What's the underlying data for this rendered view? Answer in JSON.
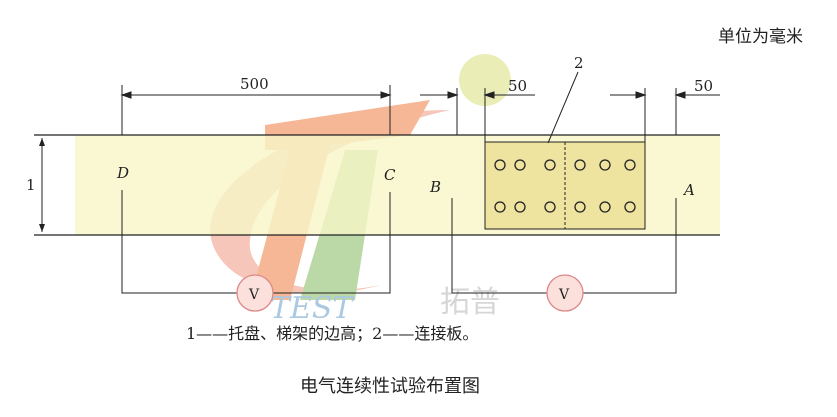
{
  "header": {
    "unit_label": "单位为毫米"
  },
  "dimensions": {
    "span_main": "500",
    "span_left_gap": "50",
    "span_right_gap": "50",
    "tray_height": "1"
  },
  "callouts": {
    "plate": "2"
  },
  "points": {
    "D": "D",
    "C": "C",
    "B": "B",
    "A": "A"
  },
  "meters": {
    "left": "V",
    "right": "V"
  },
  "legend": {
    "text": "1——托盘、梯架的边高；2——连接板。"
  },
  "caption": {
    "text": "电气连续性试验布置图"
  },
  "watermark": {
    "text_latin": "TEST",
    "text_cn": "拓普"
  },
  "colors": {
    "tray_fill": "#f8f6c8",
    "plate_fill": "#ecdf95",
    "line": "#222222"
  }
}
